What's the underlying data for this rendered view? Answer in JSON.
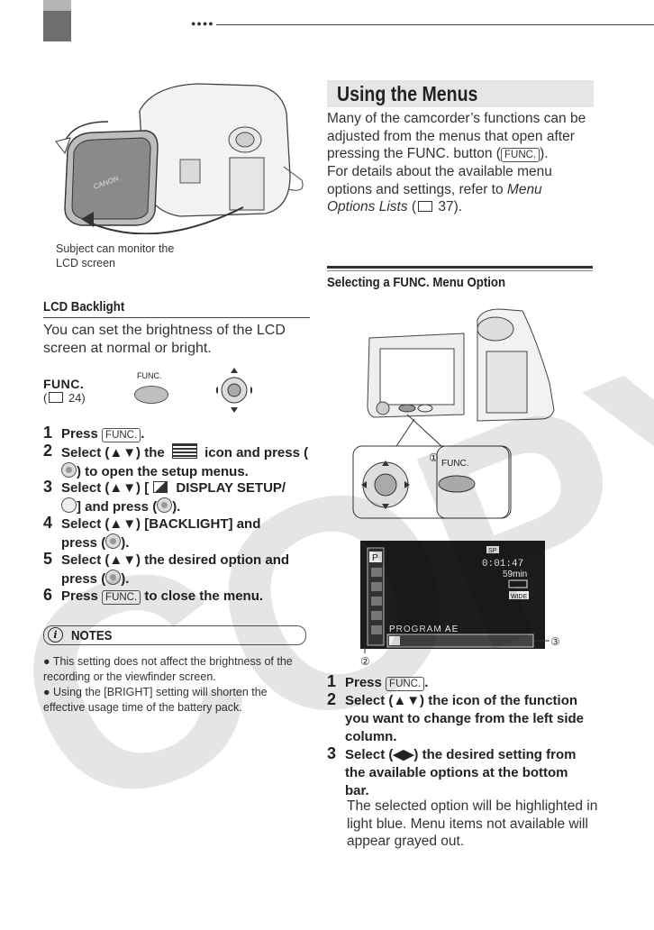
{
  "header": {
    "dots": "●●●●"
  },
  "left": {
    "caption": "Subject can monitor the\nLCD screen",
    "lcd_backlight": {
      "title": "LCD Backlight",
      "body": "You can set the brightness of the LCD screen at normal or bright."
    },
    "func_ref": {
      "label": "FUNC.",
      "page_prefix": "(",
      "page_suffix": " 24)",
      "button_label": "FUNC."
    },
    "steps": [
      {
        "num": "1",
        "a": "Press",
        "key": "FUNC.",
        "b": "."
      },
      {
        "num": "2",
        "a": "Select (▲▼) the",
        "b": "icon and press (",
        "c": ") to open the setup menus."
      },
      {
        "num": "3",
        "a": "Select (▲▼) [",
        "b": "DISPLAY SETUP/",
        "c": "] and press (",
        "d": ")."
      },
      {
        "num": "4",
        "a": "Select (▲▼) [BACKLIGHT] and press (",
        "b": ")."
      },
      {
        "num": "5",
        "a": "Select (▲▼) the desired option and press (",
        "b": ")."
      },
      {
        "num": "6",
        "a": "Press",
        "key": "FUNC.",
        "b": "to close the menu."
      }
    ],
    "notes": {
      "title": "NOTES",
      "items": [
        "This setting does not affect the brightness of the recording or the viewfinder screen.",
        "Using the [BRIGHT] setting will shorten the effective usage time of the battery pack."
      ]
    }
  },
  "right": {
    "menus": {
      "title": "Using the Menus",
      "p1_a": "Many of the camcorder’s functions can be adjusted from the menus that open after pressing the FUNC. button (",
      "p1_key": "FUNC.",
      "p1_b": ").",
      "p2_a": "For details about the available menu options and settings, refer to ",
      "p2_em": "Menu Options Lists",
      "p2_b": " (",
      "p2_c": " 37)."
    },
    "func_menu": {
      "title": "Selecting a FUNC. Menu Option"
    },
    "figure": {
      "button_label": "FUNC.",
      "callout_1": "①",
      "callout_2": "②",
      "callout_3": "③",
      "screen_time": "0:01:47",
      "screen_remaining": "59min",
      "screen_mode": "PROGRAM AE",
      "screen_sp": "SP",
      "screen_wide": "WIDE",
      "screen_p": "P"
    },
    "steps": [
      {
        "num": "1",
        "a": "Press",
        "key": "FUNC.",
        "b": "."
      },
      {
        "num": "2",
        "a": "Select (▲▼) the icon of the function you want to change from the left side column."
      },
      {
        "num": "3",
        "a": "Select (◀▶) the desired setting from the available options at the bottom bar."
      }
    ],
    "sub_text": "The selected option will be highlighted in light blue. Menu items not available will appear grayed out."
  },
  "watermark": "COPY"
}
